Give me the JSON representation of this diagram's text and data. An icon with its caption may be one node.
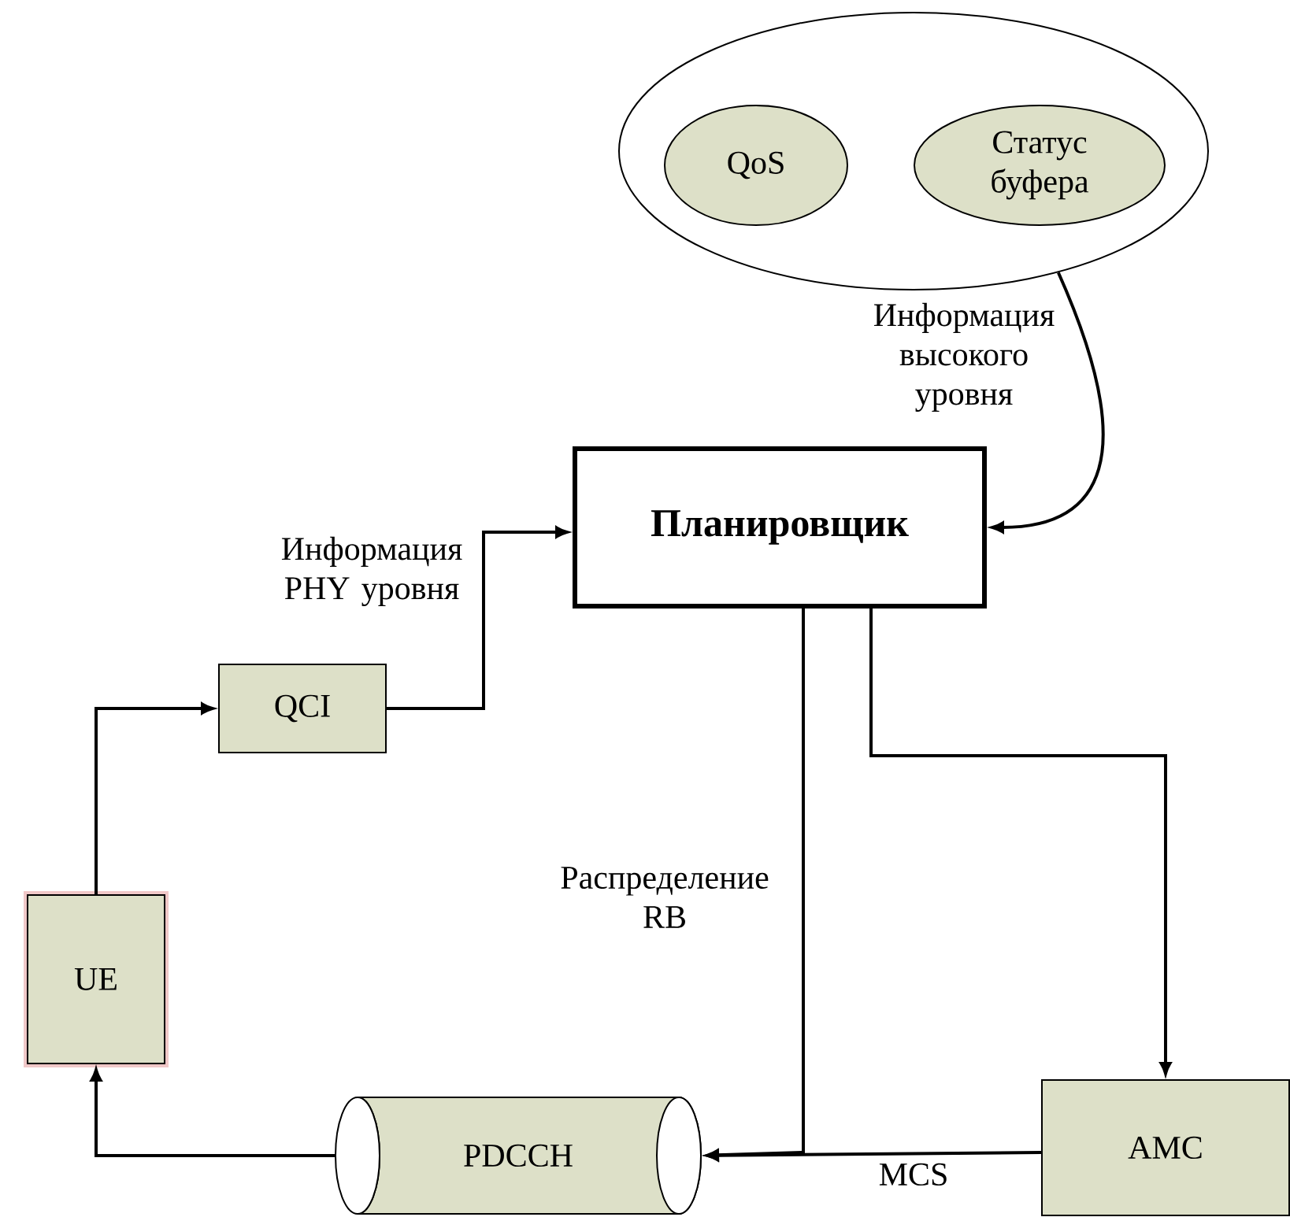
{
  "diagram": {
    "nodes": [
      {
        "text": [],
        "shape": "ellipse"
      },
      {
        "text": [
          "QoS"
        ],
        "in": 0
      },
      {
        "text": [
          "Статус буфера"
        ],
        "in": 0
      },
      {
        "text": [
          "Планировщик"
        ]
      },
      {
        "text": [
          "QCI"
        ]
      },
      {
        "text": [
          "UE"
        ]
      },
      {
        "text": [
          "PDCCH"
        ]
      },
      {
        "text": [
          "AMC"
        ]
      }
    ],
    "edges": [
      {
        "from": 0,
        "to": 3,
        "arrow": "to",
        "label": "Информация высокого уровня"
      },
      {
        "from": 4,
        "to": 3,
        "arrow": "to",
        "label": "Информация PHY уровня"
      },
      {
        "from": 5,
        "to": 4,
        "arrow": "to"
      },
      {
        "from": 3,
        "to": 6,
        "arrow": "to",
        "label": "Распределение RB"
      },
      {
        "from": 3,
        "to": 7,
        "arrow": "to"
      },
      {
        "from": 7,
        "to": 6,
        "arrow": "to",
        "label": "MCS"
      },
      {
        "from": 6,
        "to": 5,
        "arrow": "to"
      }
    ]
  }
}
